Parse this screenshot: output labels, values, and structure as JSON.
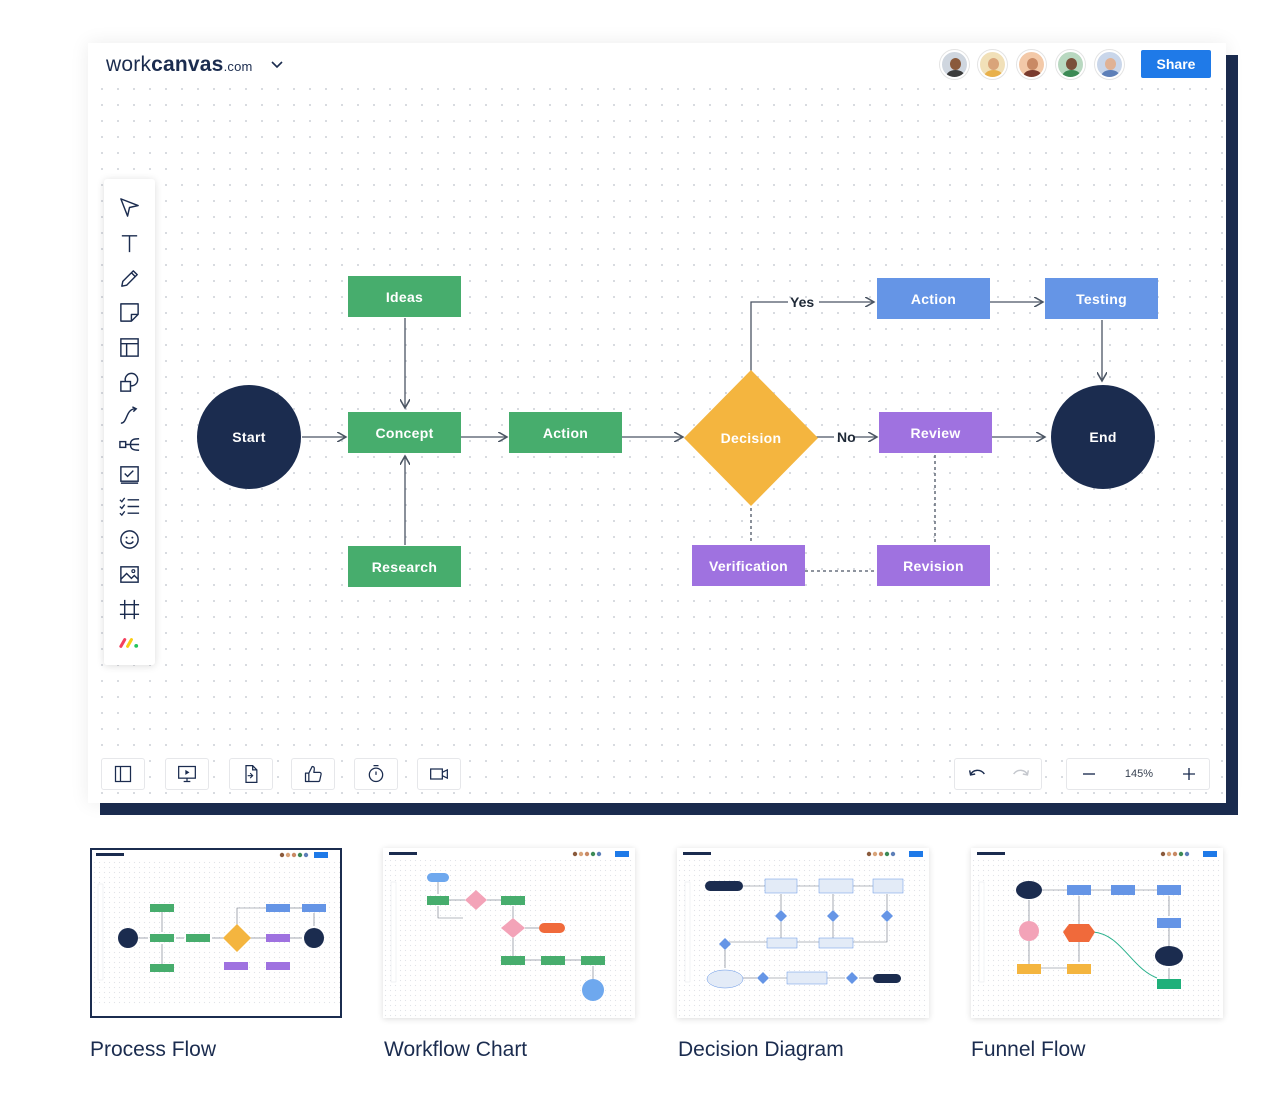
{
  "app": {
    "logo": {
      "part1": "work",
      "part2": "canvas",
      "part3": ".com"
    },
    "share_label": "Share",
    "avatars": [
      {
        "skin": "#8a5a3c",
        "shirt": "#3b3b3b"
      },
      {
        "skin": "#d9a47a",
        "shirt": "#e8b04a"
      },
      {
        "skin": "#c98a65",
        "shirt": "#7a3b2e"
      },
      {
        "skin": "#7a4f3a",
        "shirt": "#3c8a55"
      },
      {
        "skin": "#e0b295",
        "shirt": "#5d7fb8"
      }
    ]
  },
  "colors": {
    "navy": "#1b2c4f",
    "green": "#47ad6d",
    "blue": "#6595e6",
    "purple": "#9f72e0",
    "yellow": "#f4b53f",
    "share": "#1f7ae8"
  },
  "toolbar_icons": [
    "select-icon",
    "text-icon",
    "pen-icon",
    "sticky-note-icon",
    "layout-icon",
    "shapes-icon",
    "connector-icon",
    "mind-map-icon",
    "checkbox-icon",
    "checklist-icon",
    "emoji-icon",
    "image-icon",
    "frame-icon",
    "monday-icon"
  ],
  "diagram": {
    "start": "Start",
    "ideas": "Ideas",
    "concept": "Concept",
    "research": "Research",
    "action1": "Action",
    "decision": "Decision",
    "yes": "Yes",
    "no": "No",
    "action2": "Action",
    "testing": "Testing",
    "review": "Review",
    "end": "End",
    "verification": "Verification",
    "revision": "Revision"
  },
  "bottombar": {
    "icons": [
      "panel-icon",
      "present-icon",
      "export-icon",
      "like-icon",
      "timer-icon",
      "video-icon"
    ],
    "zoom": "145%"
  },
  "templates": [
    {
      "title": "Process Flow",
      "selected": true
    },
    {
      "title": "Workflow Chart",
      "selected": false
    },
    {
      "title": "Decision Diagram",
      "selected": false
    },
    {
      "title": "Funnel Flow",
      "selected": false
    }
  ]
}
